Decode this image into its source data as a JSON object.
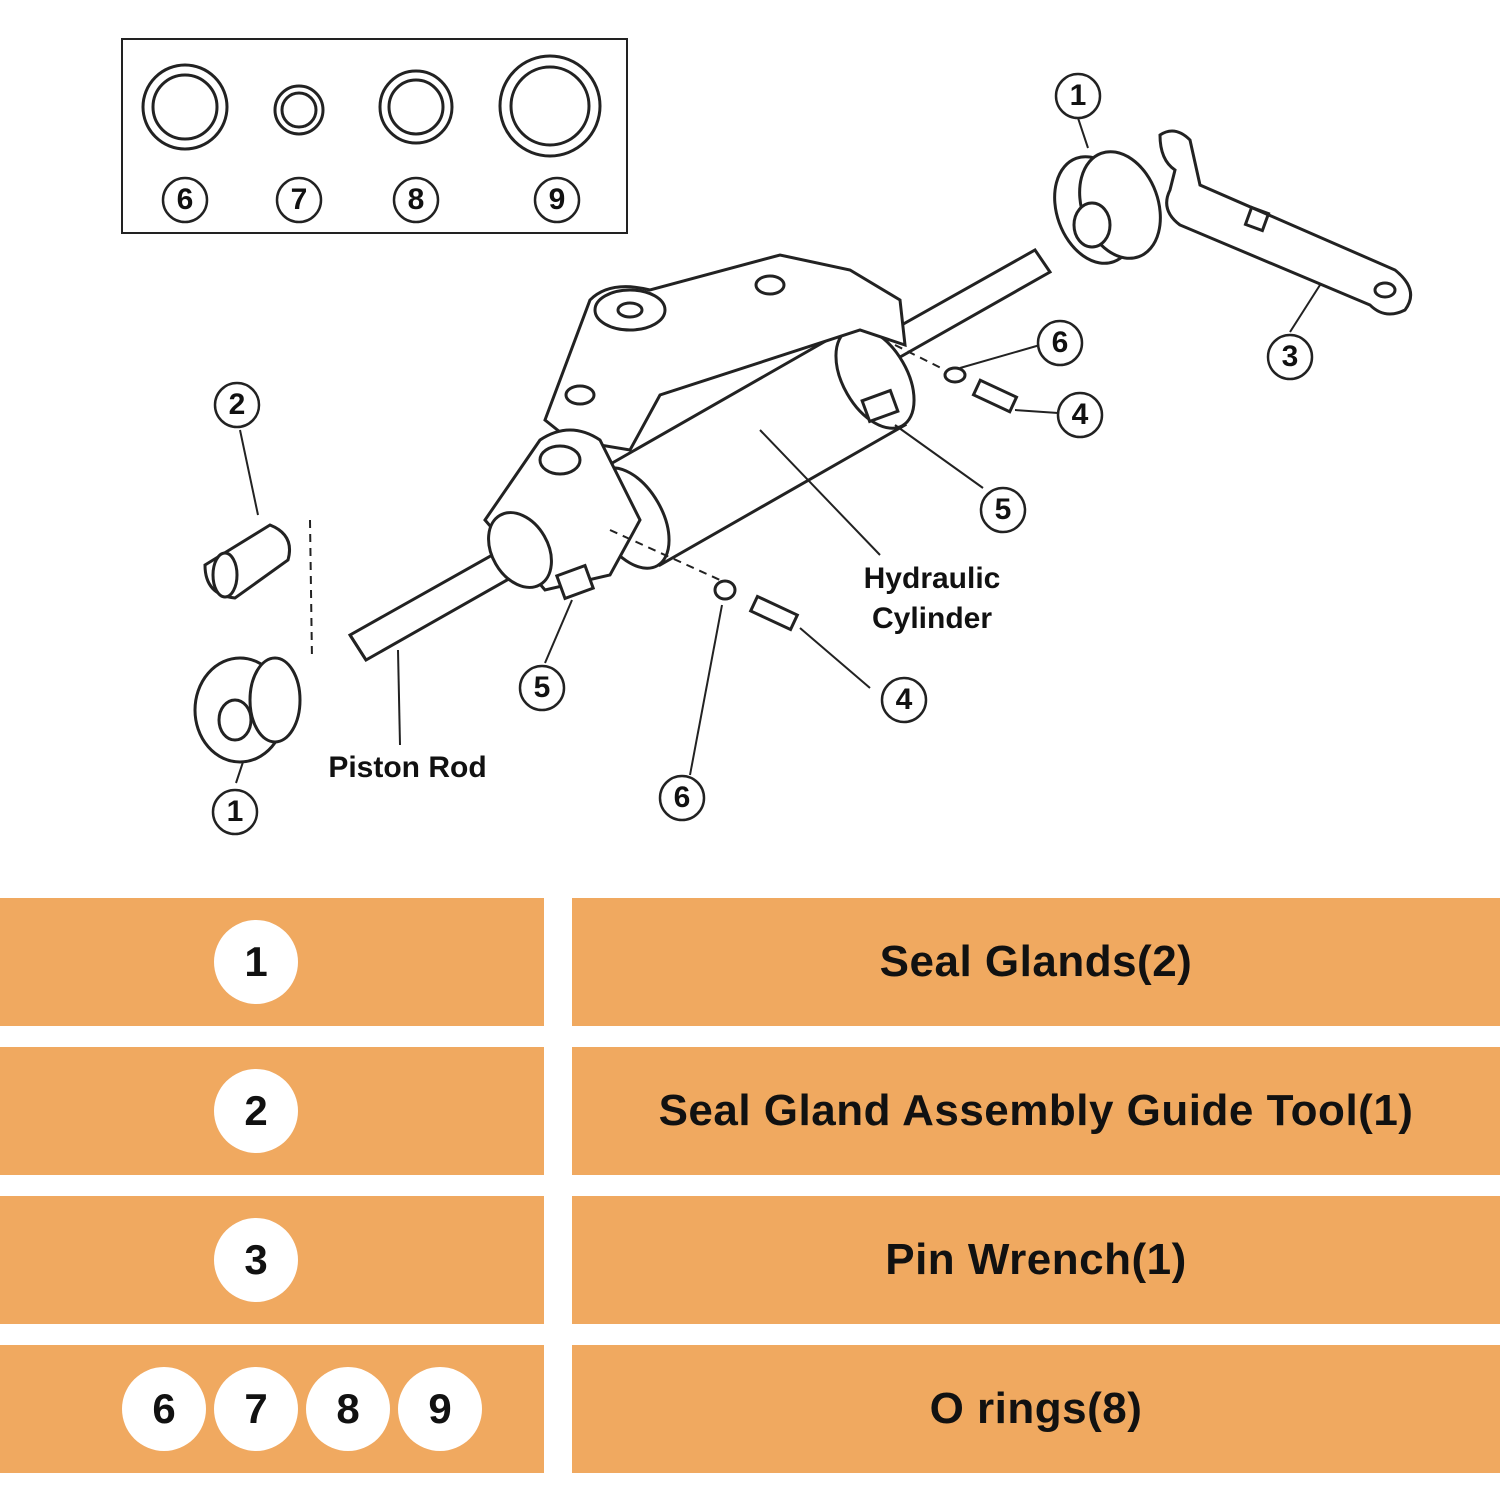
{
  "diagram": {
    "callouts": {
      "c1_top": "1",
      "c1_bottom": "1",
      "c2": "2",
      "c3": "3",
      "c4_upper": "4",
      "c4_lower": "4",
      "c5_upper": "5",
      "c5_lower": "5",
      "c6_upper": "6",
      "c6_lower": "6",
      "c6_box": "6",
      "c7_box": "7",
      "c8_box": "8",
      "c9_box": "9"
    },
    "hydraulic_line1": "Hydraulic",
    "hydraulic_line2": "Cylinder",
    "piston_rod": "Piston Rod"
  },
  "parts_table": [
    {
      "badges": [
        "1"
      ],
      "description": "Seal Glands(2)"
    },
    {
      "badges": [
        "2"
      ],
      "description": "Seal Gland Assembly Guide Tool(1)"
    },
    {
      "badges": [
        "3"
      ],
      "description": "Pin Wrench(1)"
    },
    {
      "badges": [
        "6",
        "7",
        "8",
        "9"
      ],
      "description": "O rings(8)"
    }
  ],
  "colors": {
    "row_fill": "#f0a960",
    "badge_fill": "#ffffff",
    "line": "#222222"
  }
}
